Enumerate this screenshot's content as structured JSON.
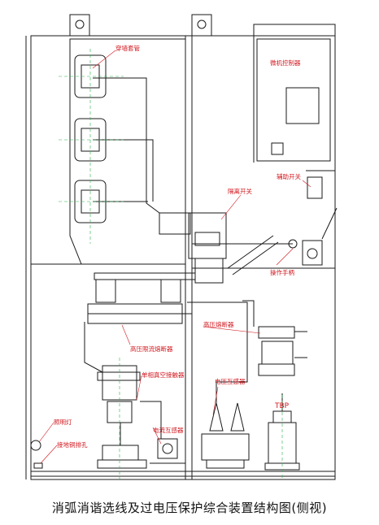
{
  "caption": "消弧消谐选线及过电压保护综合装置结构图(侧视)",
  "labels": {
    "wall_bushing": "穿墙套管",
    "microcontroller": "微机控制器",
    "aux_switch": "辅助开关",
    "isolating_switch": "隔离开关",
    "operating_handle": "操作手柄",
    "hv_current_fuse": "高压限流熔断器",
    "vacuum_contactor": "单相真空接触器",
    "hv_fuse": "高压熔断器",
    "voltage_transformer": "电压互感器",
    "current_transformer": "电流互感器",
    "lighting_lamp": "照明灯",
    "ground_bolt": "接地铜排孔",
    "tbp": "TBP"
  },
  "colors": {
    "line": "#1a1a1a",
    "label": "#d1181f",
    "dash": "#2bb24c"
  }
}
